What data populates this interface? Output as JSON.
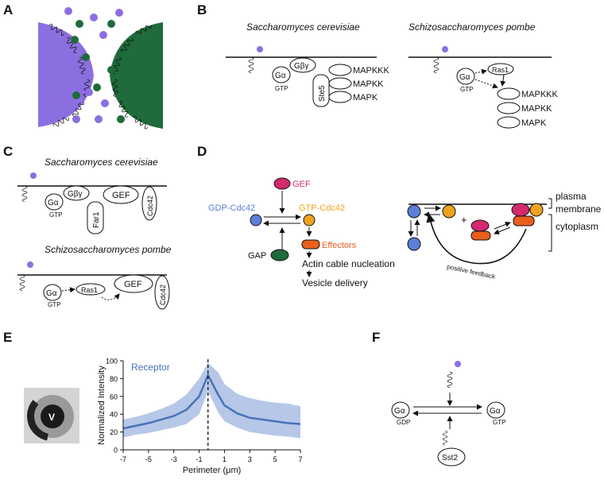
{
  "panels": {
    "A": {
      "label": "A"
    },
    "B": {
      "label": "B",
      "species_left": "Saccharomyces cerevisiae",
      "species_right": "Schizosaccharomyces pombe",
      "galpha": "Gα",
      "gtp": "GTP",
      "gbg": "Gβγ",
      "ste5": "Ste5",
      "ras1": "Ras1",
      "mapkkk": "MAPKKK",
      "mapkk": "MAPKK",
      "mapk": "MAPK"
    },
    "C": {
      "label": "C",
      "species_top": "Saccharomyces cerevisiae",
      "species_bottom": "Schizosaccharomyces pombe",
      "galpha": "Gα",
      "gtp": "GTP",
      "gbg": "Gβγ",
      "far1": "Far1",
      "gef": "GEF",
      "cdc42": "Cdc42",
      "ras1": "Ras1"
    },
    "D": {
      "label": "D",
      "gef": "GEF",
      "gdp_cdc42": "GDP-Cdc42",
      "gtp_cdc42": "GTP-Cdc42",
      "gap": "GAP",
      "effectors": "Effectors",
      "actin": "Actin cable nucleation",
      "vesicle": "Vesicle delivery",
      "plus": "+",
      "positive_feedback": "positive feedback",
      "plasma": "plasma",
      "membrane": "membrane",
      "cytoplasm": "cytoplasm",
      "colors": {
        "gef": "#d4286f",
        "gdp": "#5b7fd6",
        "gtp": "#f0a21e",
        "gap": "#1e6b3a",
        "effectors": "#e8601c"
      }
    },
    "E": {
      "label": "E",
      "v": "V"
    },
    "F": {
      "label": "F",
      "galpha": "Gα",
      "gdp": "GDP",
      "gtp": "GTP",
      "sst2": "Sst2"
    }
  },
  "chart_data": {
    "type": "line",
    "ylabel": "Normalized Intensity",
    "xlabel": "Perimeter (μm)",
    "xlim": [
      -7,
      7
    ],
    "ylim": [
      0,
      100
    ],
    "xticks": [
      -7,
      -5,
      -3,
      -1,
      1,
      3,
      5,
      7
    ],
    "yticks": [
      0,
      20,
      40,
      60,
      80,
      100
    ],
    "vline_x": -0.3,
    "series": [
      {
        "name": "Receptor",
        "color": "#4a72b8",
        "x": [
          -7,
          -6,
          -5,
          -4,
          -3,
          -2,
          -1,
          -0.3,
          0.5,
          1,
          2,
          3,
          4,
          5,
          6,
          7
        ],
        "y": [
          24,
          27,
          30,
          34,
          38,
          45,
          60,
          84,
          62,
          50,
          41,
          36,
          34,
          32,
          30,
          29
        ],
        "upper": [
          34,
          37,
          41,
          46,
          52,
          62,
          80,
          98,
          87,
          74,
          63,
          58,
          55,
          53,
          52,
          49
        ],
        "lower": [
          14,
          17,
          19,
          22,
          25,
          29,
          40,
          66,
          42,
          32,
          25,
          20,
          18,
          16,
          15,
          13
        ]
      }
    ]
  }
}
